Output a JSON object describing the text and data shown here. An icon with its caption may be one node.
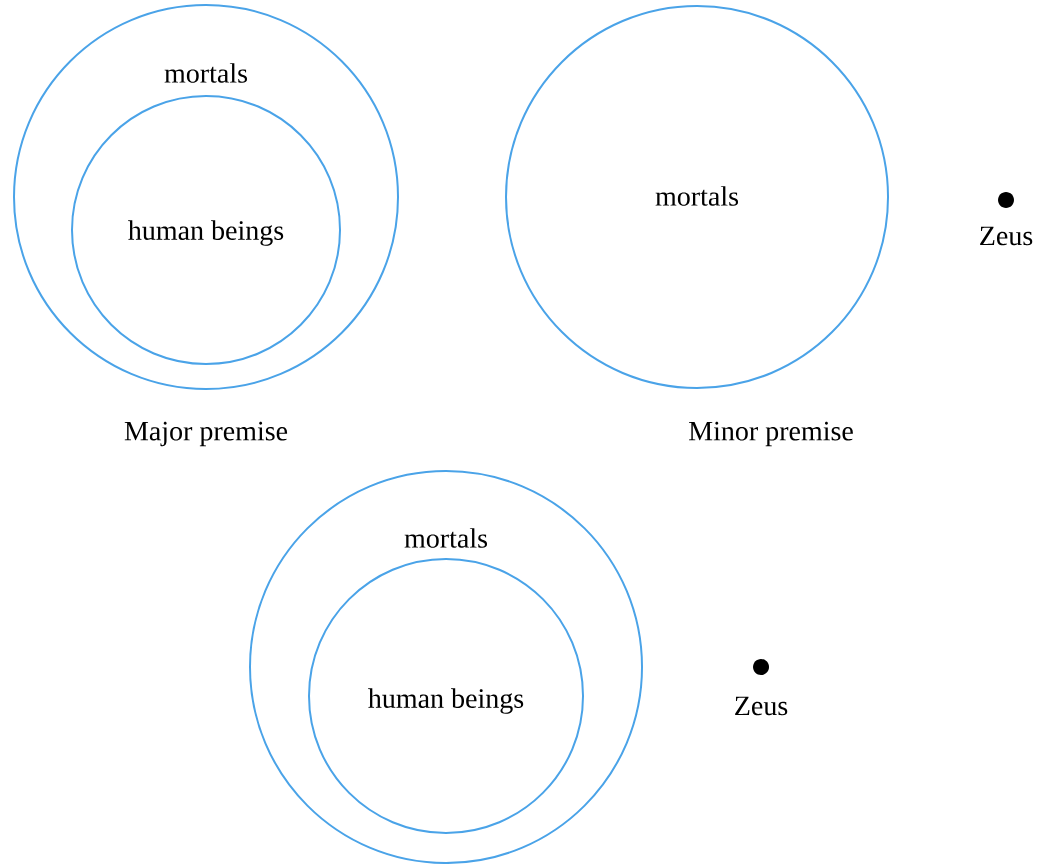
{
  "diagram": {
    "nodes": [
      {
        "text": [
          "mortals"
        ]
      },
      {
        "text": [
          "human beings"
        ],
        "in": 0
      },
      {
        "text": [
          "mortals"
        ]
      },
      {
        "text": [
          "Zeus"
        ]
      },
      {
        "text": [
          "mortals"
        ]
      },
      {
        "text": [
          "human beings"
        ],
        "in": 4
      },
      {
        "text": [
          "Zeus"
        ]
      }
    ],
    "labels": [
      "Major premise",
      "Minor premise"
    ]
  }
}
